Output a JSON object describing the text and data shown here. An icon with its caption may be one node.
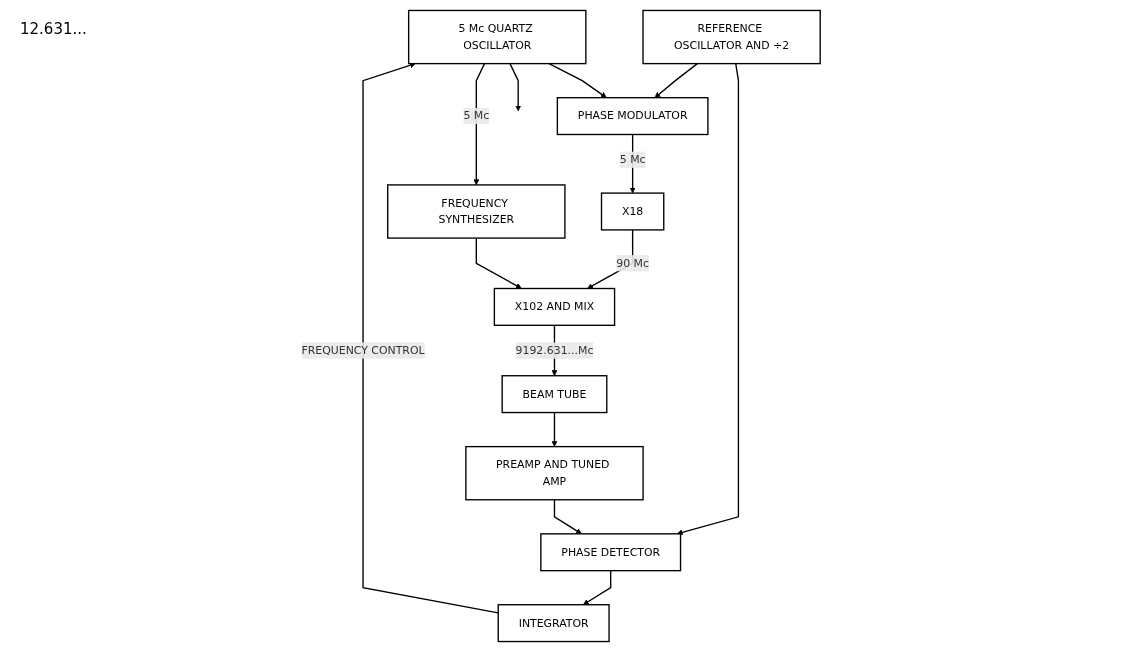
{
  "diagram": {
    "nodes": [
      {
        "text": [
          "5 Mc QUARTZ OSCILLATOR"
        ]
      },
      {
        "text": [
          "PHASE MODULATOR"
        ]
      },
      {
        "text": [
          "X18"
        ]
      },
      {
        "text": [
          "INTEGRATOR"
        ]
      },
      {
        "text": [
          "REFERENCE OSCILLATOR AND ÷2"
        ]
      },
      {
        "text": [
          "X102 AND MIX"
        ]
      },
      {
        "text": [
          "FREQUENCY SYNTHESIZER"
        ]
      },
      {
        "text": [
          "PHASE DETECTOR"
        ]
      },
      {
        "text": [
          "PREAMP AND TUNED AMP"
        ]
      },
      {
        "text": [
          "BEAM TUBE"
        ]
      }
    ],
    "edges": [
      {
        "from": 0,
        "to": 1,
        "arrow": "to"
      },
      {
        "from": 1,
        "to": 2,
        "arrow": "to",
        "label": "5 Mc"
      },
      {
        "from": 2,
        "to": 5,
        "arrow": "to",
        "label": "90 Mc"
      },
      {
        "from": 6,
        "to": 5,
        "arrow": "to"
      },
      {
        "from": 5,
        "to": 9,
        "arrow": "to",
        "label": "9192.631...Mc"
      },
      {
        "from": 9,
        "to": 8,
        "arrow": "to"
      },
      {
        "from": 8,
        "to": 7,
        "arrow": "to"
      },
      {
        "from": 4,
        "to": 7,
        "arrow": "to"
      },
      {
        "from": 4,
        "to": 1,
        "arrow": "to"
      },
      {
        "from": 7,
        "to": 3,
        "arrow": "to"
      },
      {
        "from": 3,
        "to": 0,
        "arrow": "to",
        "label": "FREQUENCY CONTROL"
      },
      {
        "from": 0,
        "to": null,
        "arrow": "to"
      },
      {
        "from": 0,
        "to": 6,
        "arrow": "to",
        "label": "5 Mc"
      }
    ],
    "labels": [
      "12.631..."
    ]
  }
}
